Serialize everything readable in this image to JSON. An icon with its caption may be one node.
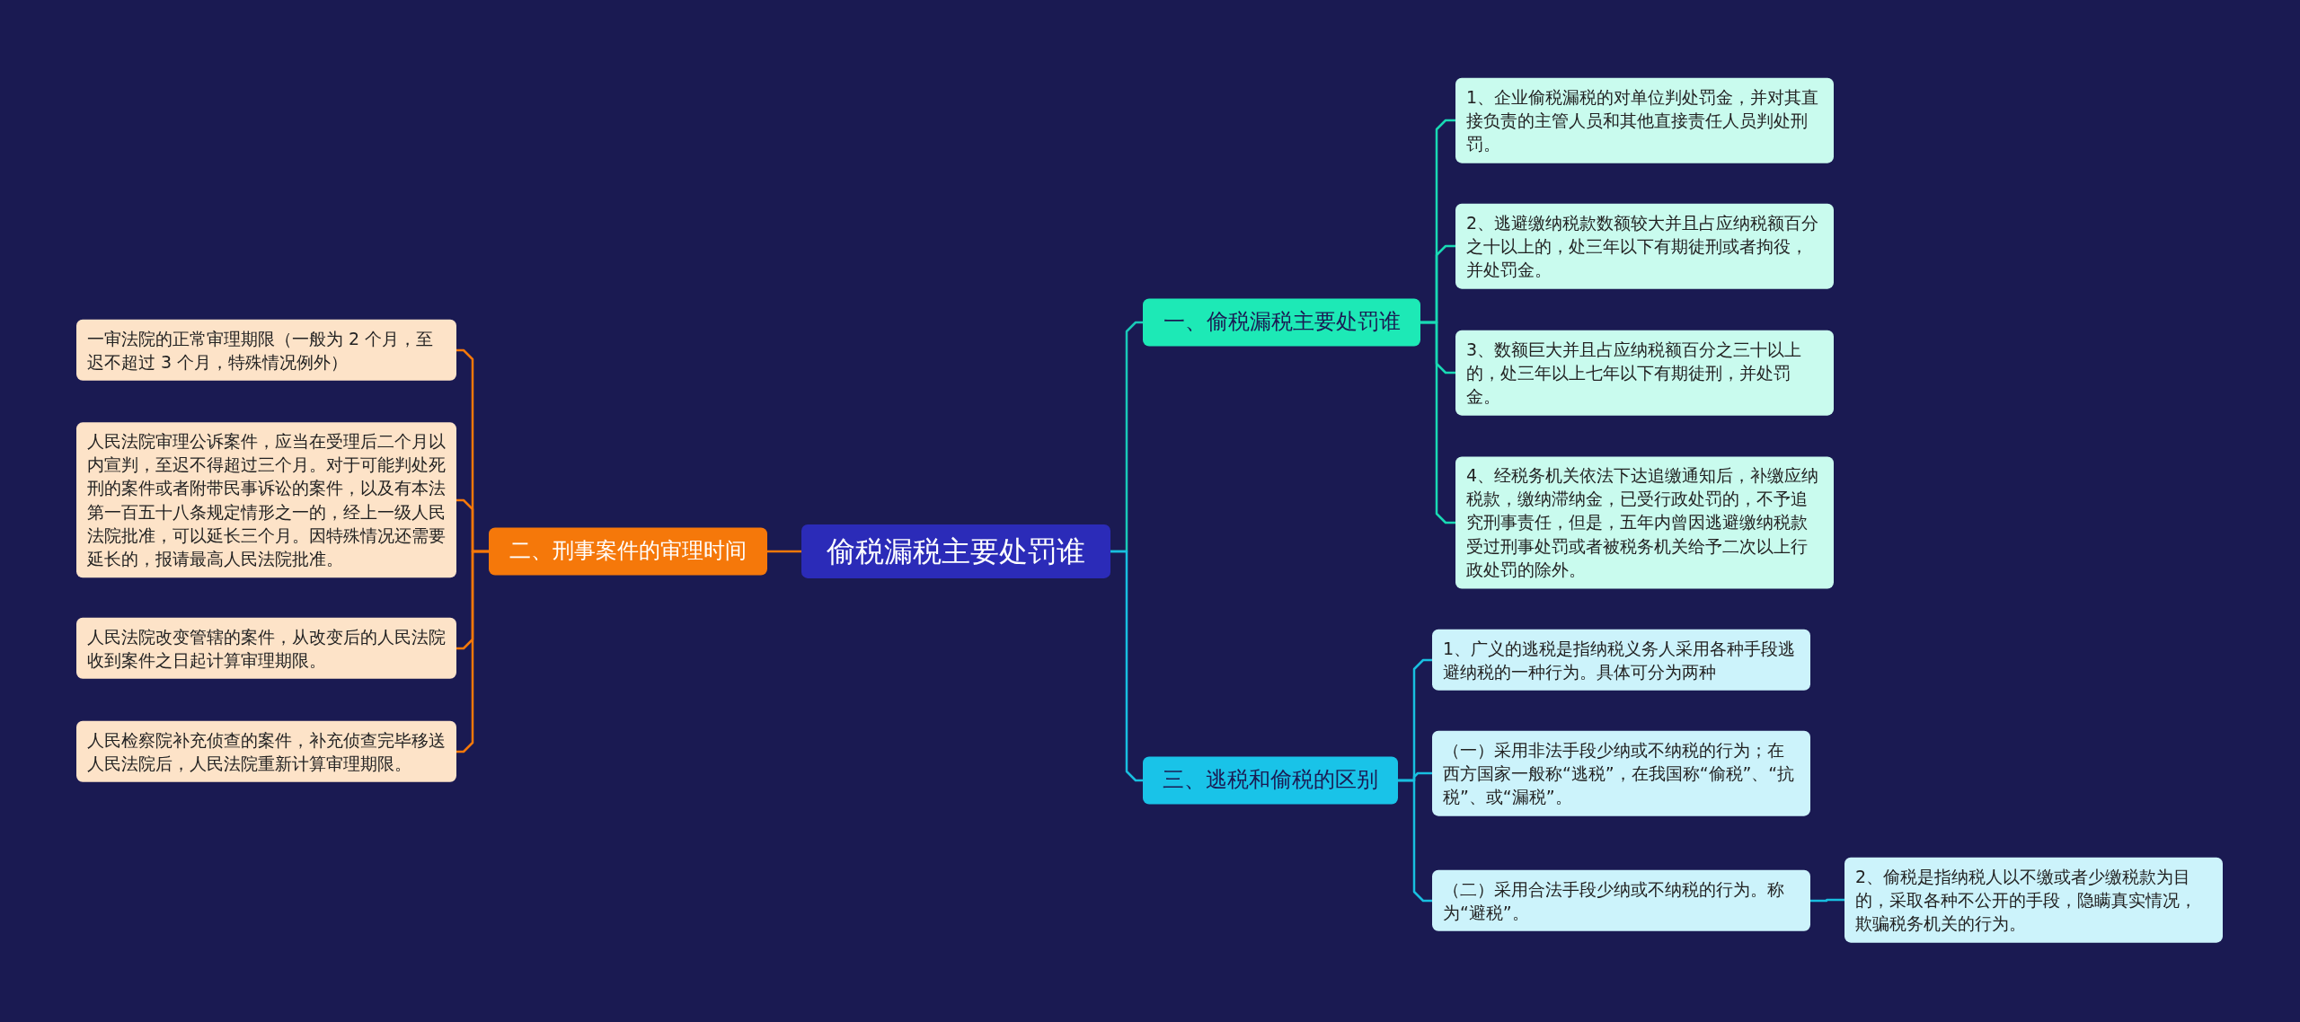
{
  "diagram": {
    "nodes": [
      {
        "text": [
          "偷税漏税主要处罚谁"
        ]
      },
      {
        "text": [
          "一、偷税漏税主要处罚谁"
        ]
      },
      {
        "text": [
          "1、企业偷税漏税的对单位判处罚金，并对其直接负责的主管人员和其他直接责任人员判处刑罚。"
        ]
      },
      {
        "text": [
          "2、逃避缴纳税款数额较大并且占应纳税额百分之十以上的，处三年以下有期徒刑或者拘役，并处罚金。"
        ]
      },
      {
        "text": [
          "3、数额巨大并且占应纳税额百分之三十以上的，处三年以上七年以下有期徒刑，并处罚金。"
        ]
      },
      {
        "text": [
          "4、经税务机关依法下达追缴通知后，补缴应纳税款，缴纳滞纳金，已受行政处罚的，不予追究刑事责任，但是，五年内曾因逃避缴纳税款受过刑事处罚或者被税务机关给予二次以上行政处罚的除外。"
        ]
      },
      {
        "text": [
          "三、逃税和偷税的区别"
        ]
      },
      {
        "text": [
          "1、广义的逃税是指纳税义务人采用各种手段逃避纳税的一种行为。具体可分为两种"
        ]
      },
      {
        "text": [
          "（一）采用非法手段少纳或不纳税的行为；在西方国家一般称“逃税”，在我国称“偷税”、“抗税”、或“漏税”。"
        ]
      },
      {
        "text": [
          "（二）采用合法手段少纳或不纳税的行为。称为“避税”。"
        ]
      },
      {
        "text": [
          "2、偷税是指纳税人以不缴或者少缴税款为目的，采取各种不公开的手段，隐瞒真实情况，欺骗税务机关的行为。"
        ]
      },
      {
        "text": [
          "二、刑事案件的审理时间"
        ]
      },
      {
        "text": [
          "一审法院的正常审理期限（一般为 2 个月，至迟不超过 3 个月，特殊情况例外）"
        ]
      },
      {
        "text": [
          "人民法院审理公诉案件，应当在受理后二个月以内宣判，至迟不得超过三个月。对于可能判处死刑的案件或者附带民事诉讼的案件，以及有本法第一百五十八条规定情形之一的，经上一级人民法院批准，可以延长三个月。因特殊情况还需要延长的，报请最高人民法院批准。"
        ]
      },
      {
        "text": [
          "人民法院改变管辖的案件，从改变后的人民法院收到案件之日起计算审理期限。"
        ]
      },
      {
        "text": [
          "人民检察院补充侦查的案件，补充侦查完毕移送人民法院后，人民法院重新计算审理期限。"
        ]
      }
    ],
    "edges": [
      {
        "from": 0,
        "to": 1,
        "arrow": "none",
        "color": "#19c9b8"
      },
      {
        "from": 1,
        "to": 2,
        "arrow": "none",
        "color": "#19d9b4"
      },
      {
        "from": 1,
        "to": 3,
        "arrow": "none",
        "color": "#19d9b4"
      },
      {
        "from": 1,
        "to": 4,
        "arrow": "none",
        "color": "#19d9b4"
      },
      {
        "from": 1,
        "to": 5,
        "arrow": "none",
        "color": "#19d9b4"
      },
      {
        "from": 0,
        "to": 6,
        "arrow": "none",
        "color": "#18bfe0"
      },
      {
        "from": 6,
        "to": 7,
        "arrow": "none",
        "color": "#18bfe0"
      },
      {
        "from": 6,
        "to": 8,
        "arrow": "none",
        "color": "#18bfe0"
      },
      {
        "from": 6,
        "to": 9,
        "arrow": "none",
        "color": "#18bfe0"
      },
      {
        "from": 9,
        "to": 10,
        "arrow": "none",
        "color": "#18bfe0"
      },
      {
        "from": 0,
        "to": 11,
        "arrow": "none",
        "color": "#f5780a"
      },
      {
        "from": 11,
        "to": 12,
        "arrow": "none",
        "color": "#f5780a"
      },
      {
        "from": 11,
        "to": 13,
        "arrow": "none",
        "color": "#f5780a"
      },
      {
        "from": 11,
        "to": 14,
        "arrow": "none",
        "color": "#f5780a"
      },
      {
        "from": 11,
        "to": 15,
        "arrow": "none",
        "color": "#f5780a"
      }
    ]
  }
}
